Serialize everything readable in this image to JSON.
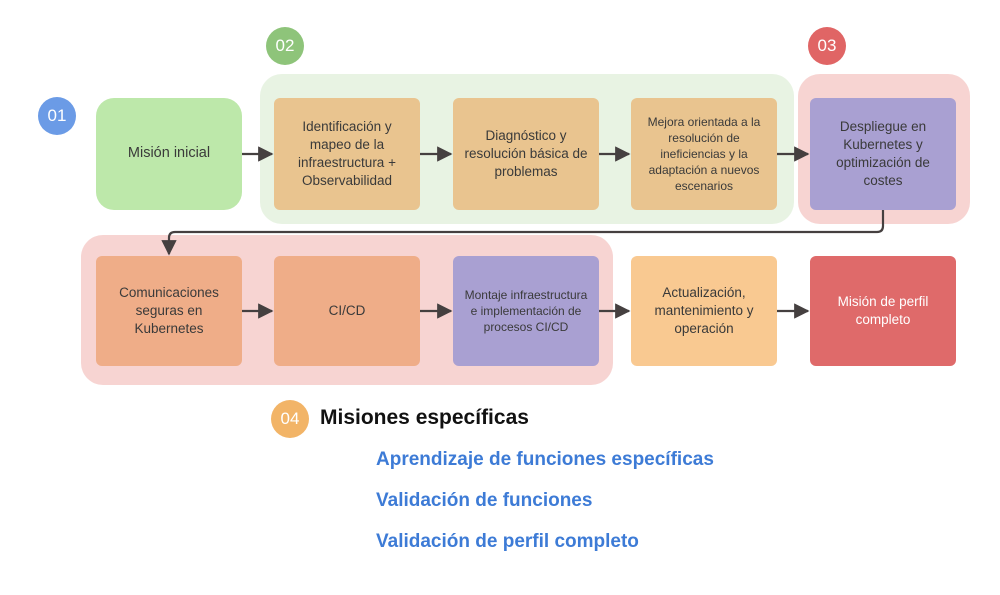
{
  "colors": {
    "badge_01": "#6b9be6",
    "badge_02": "#8ec47a",
    "badge_03": "#e06565",
    "badge_04": "#f2b467",
    "group_green_bg": "#e8f3e3",
    "group_pink_bg": "#f7d4d2",
    "box_green": "#bde8aa",
    "box_tan": "#e9c48f",
    "box_purple": "#a9a0d2",
    "box_salmon": "#efad88",
    "box_peach": "#f9c991",
    "box_red": "#df6a6a",
    "legend_blue": "#3d7bd6",
    "arrow": "#454040"
  },
  "badges": {
    "b01": "01",
    "b02": "02",
    "b03": "03",
    "b04": "04"
  },
  "row1": {
    "mision_inicial": "Misión inicial",
    "identificacion": "Identificación y mapeo de la infraestructura + Observabilidad",
    "diagnostico": "Diagnóstico y resolución básica de problemas",
    "mejora": "Mejora orientada a la resolución de ineficiencias y la adaptación a nuevos escenarios",
    "despliegue": "Despliegue en Kubernetes y optimización de costes"
  },
  "row2": {
    "comunicaciones": "Comunicaciones seguras en Kubernetes",
    "cicd": "CI/CD",
    "montaje": "Montaje infraestructura e implementación de procesos CI/CD",
    "actualizacion": "Actualización, mantenimiento y operación",
    "mision_perfil": "Misión de perfil completo"
  },
  "legend": {
    "title": "Misiones específicas",
    "items": [
      "Aprendizaje de funciones específicas",
      "Validación de funciones",
      "Validación de perfil completo"
    ]
  }
}
